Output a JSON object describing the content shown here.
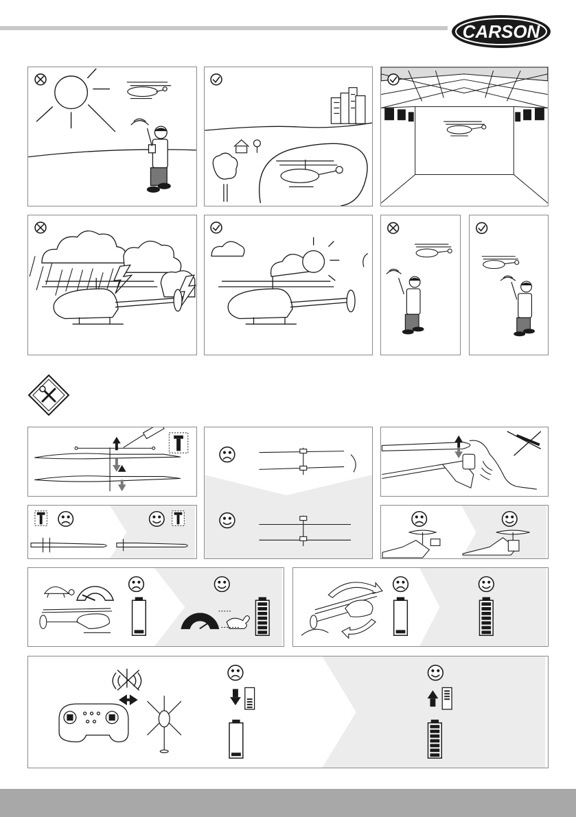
{
  "brand": {
    "name": "CARSON"
  },
  "colors": {
    "bar": "#c8c8c8",
    "bottom_bar": "#a8a8a8",
    "panel_border": "#8a8a8a",
    "shade": "#ececec",
    "ink": "#1a1a1a"
  },
  "panels": [
    {
      "icon": "cross-circle-icon",
      "scene": "sunny-outdoor-flight"
    },
    {
      "icon": "check-circle-icon",
      "scene": "open-field-flight"
    },
    {
      "icon": "check-circle-icon",
      "scene": "indoor-hall-flight"
    },
    {
      "icon": "cross-circle-icon",
      "scene": "rain-storm"
    },
    {
      "icon": "check-circle-icon",
      "scene": "clear-weather"
    },
    {
      "icon": "cross-circle-icon",
      "scene": "pilot-far"
    },
    {
      "icon": "check-circle-icon",
      "scene": "pilot-near"
    }
  ],
  "maintenance": {
    "icon": "tools-icon",
    "steps": [
      "rotor-screw-check",
      "rotor-balance",
      "tail-rotor",
      "battery-speed",
      "battery-rotation",
      "transmitter-binding"
    ]
  }
}
